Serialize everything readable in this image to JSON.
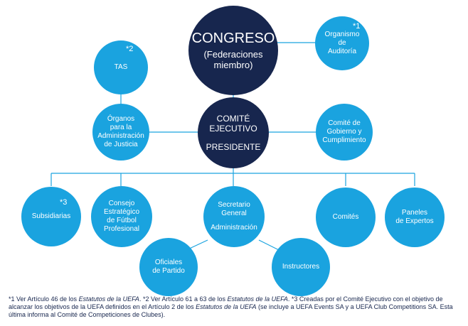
{
  "colors": {
    "light_node": "#1aa3df",
    "dark_node": "#17264e",
    "connector": "#1aa3df",
    "text": "#17264e"
  },
  "nodes": {
    "congreso": {
      "title": "CONGRESO",
      "subtitle": "(Federaciones\nmiembro)"
    },
    "auditoria": {
      "label": "Organismo\nde\nAuditoría",
      "note": "*1"
    },
    "tas": {
      "label": "TAS",
      "note": "*2"
    },
    "justicia": {
      "label": "Órganos\npara la\nAdministración\nde Justicia"
    },
    "ejecutivo": {
      "title": "COMITÉ\nEJECUTIVO",
      "subtitle": "PRESIDENTE"
    },
    "gobierno": {
      "label": "Comité de\nGobierno y\nCumplimiento"
    },
    "subsidiarias": {
      "label": "Subsidiarias",
      "note": "*3"
    },
    "consejo": {
      "label": "Consejo\nEstratégico\nde Fútbol\nProfesional"
    },
    "secretario": {
      "label": "Secretario\nGeneral",
      "label2": "Administración"
    },
    "comites": {
      "label": "Comités"
    },
    "paneles": {
      "label": "Paneles\nde Expertos"
    },
    "oficiales": {
      "label": "Oficiales\nde Partido"
    },
    "instructores": {
      "label": "Instructores"
    }
  },
  "footnote": {
    "p1": "*1 Ver Artículo 46 de los ",
    "i1": "Estatutos de la UEFA",
    "p2": ".  *2 Ver Artículo 61 a 63 de los ",
    "i2": "Estatutos de la UEFA",
    "p3": ".  *3 Creadas por el Comité Ejecutivo con el objetivo de alcanzar los objetivos de la UEFA definidos en el Artículo 2 de los ",
    "i3": "Estatutos de la UEFA",
    "p4": " (se incluye a UEFA Events SA y a UEFA Club Competitions SA. Esta última informa al Comité de Competiciones de Clubes)."
  }
}
